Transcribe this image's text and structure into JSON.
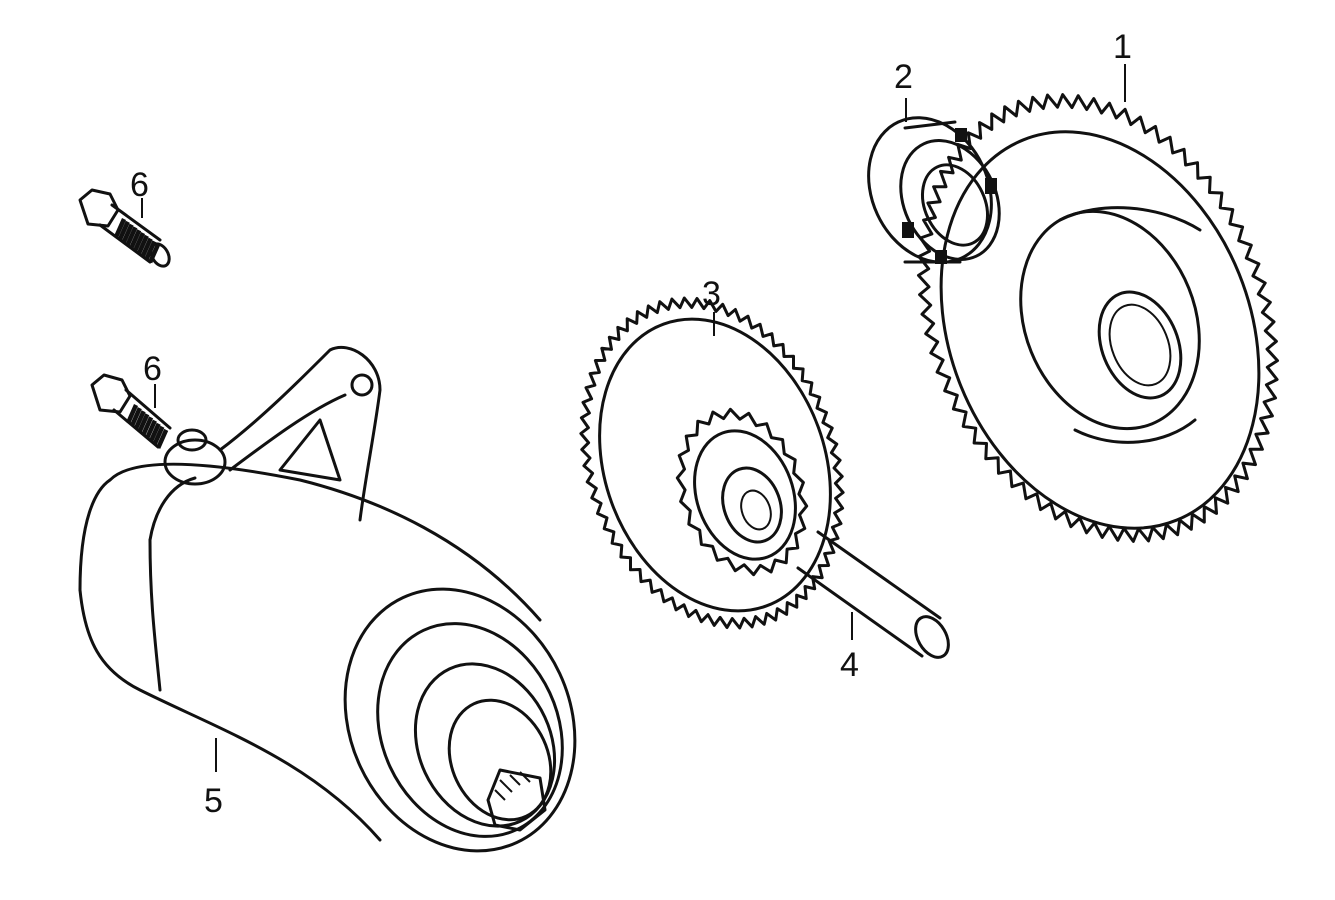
{
  "diagram": {
    "parts": [
      {
        "id": "part-1",
        "callout": "1"
      },
      {
        "id": "part-2",
        "callout": "2"
      },
      {
        "id": "part-3",
        "callout": "3"
      },
      {
        "id": "part-4",
        "callout": "4"
      },
      {
        "id": "part-5",
        "callout": "5"
      },
      {
        "id": "part-6a",
        "callout": "6"
      },
      {
        "id": "part-6b",
        "callout": "6"
      }
    ]
  }
}
